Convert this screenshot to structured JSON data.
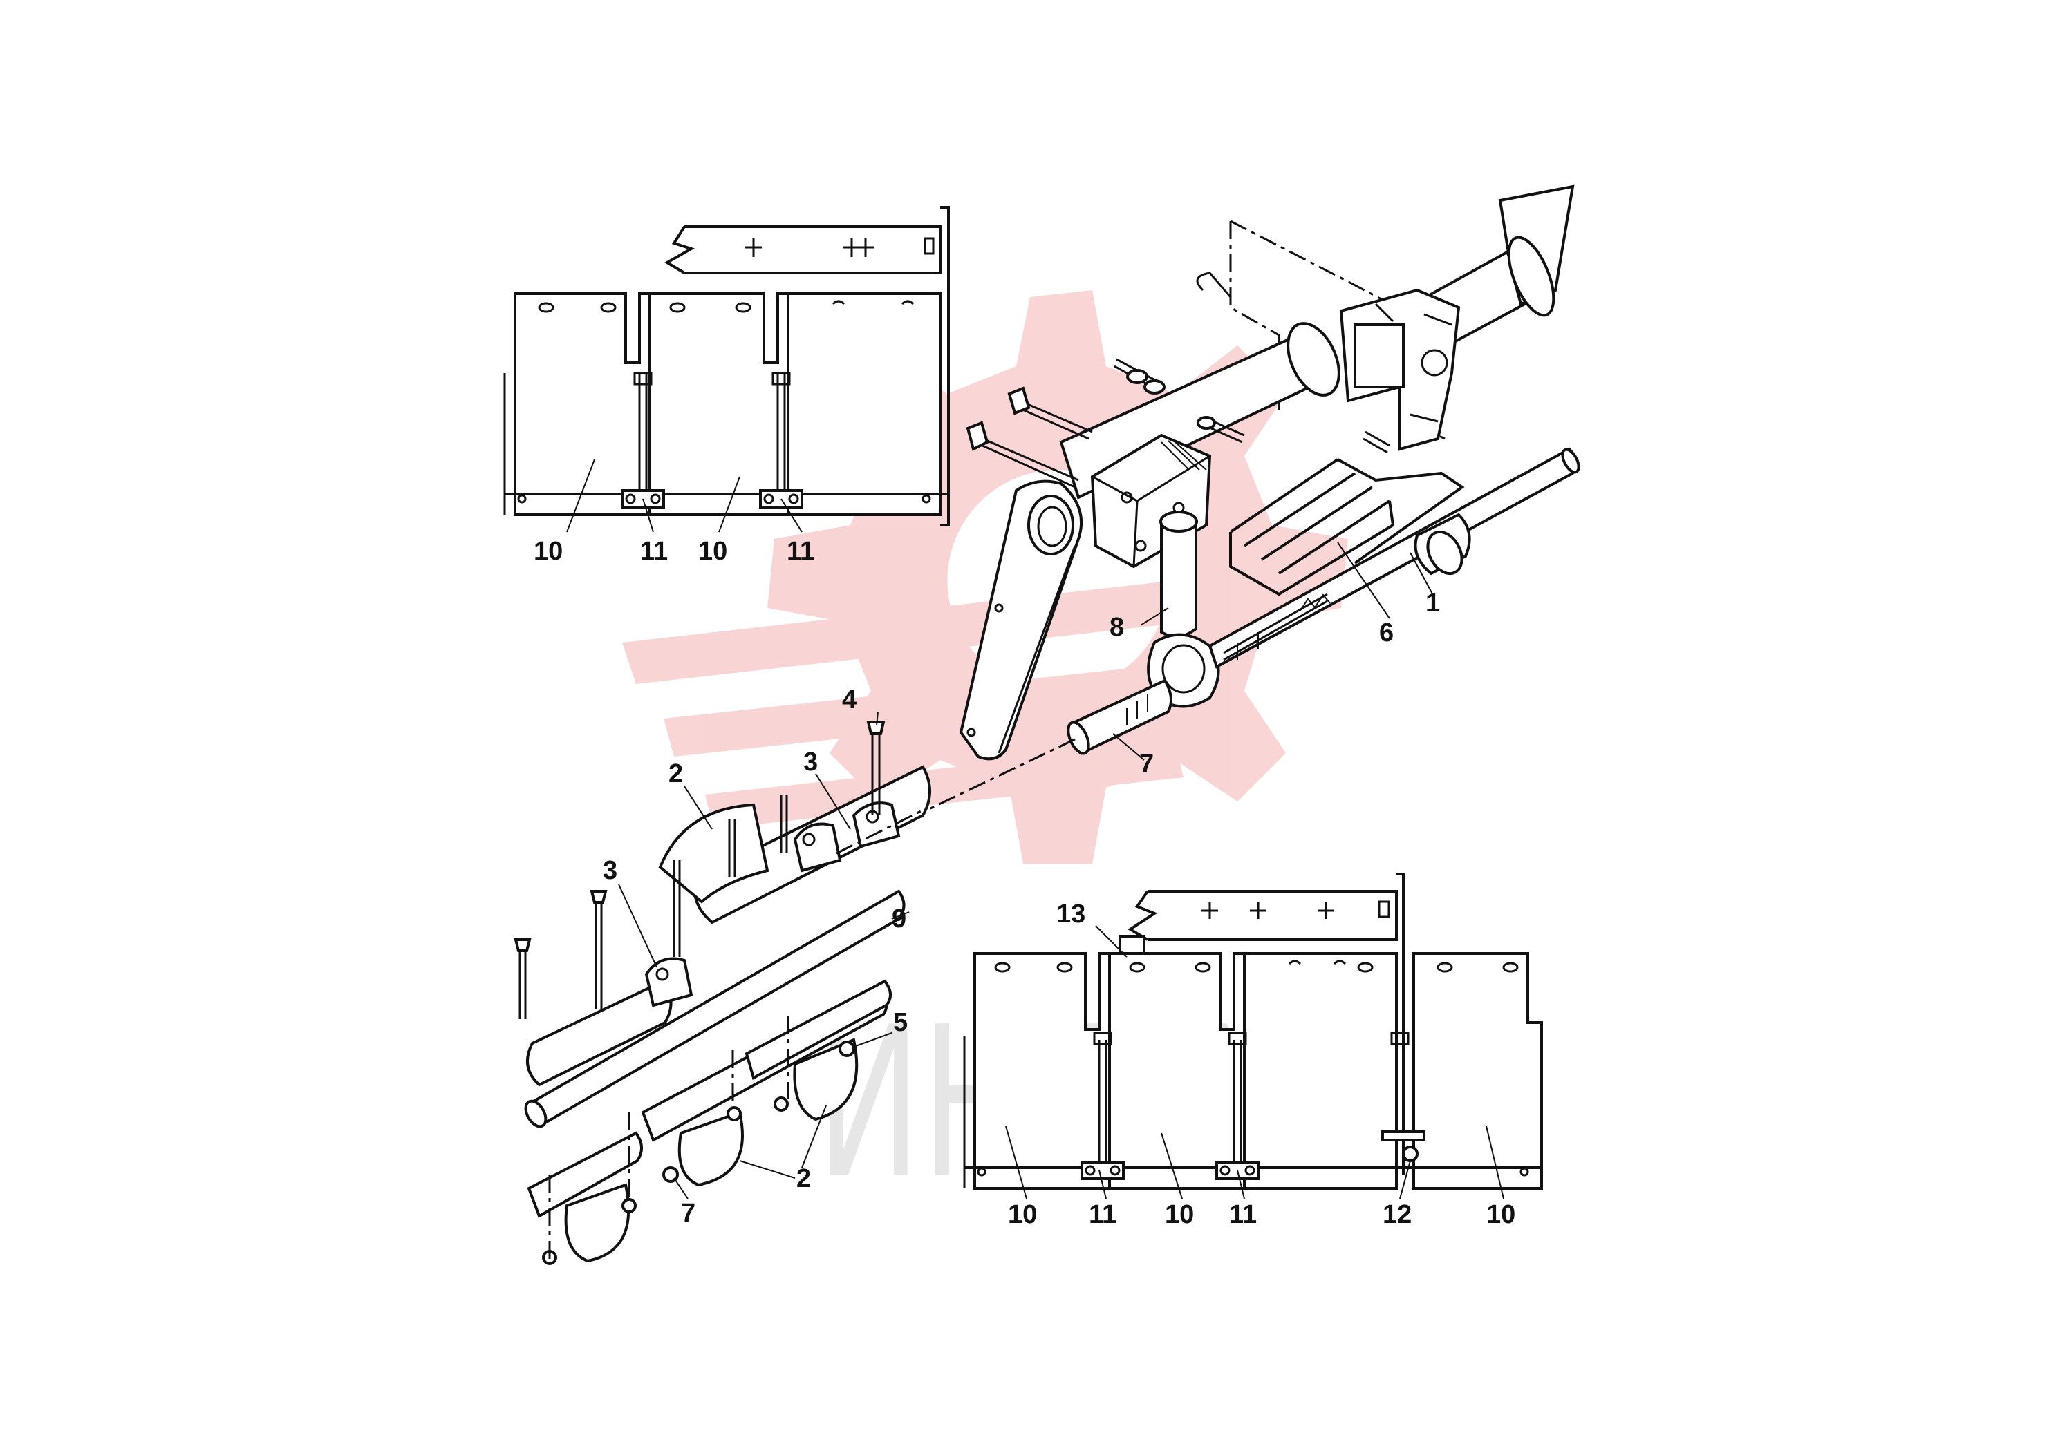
{
  "diagram": {
    "callouts": {
      "c1": "1",
      "c2a": "2",
      "c2b": "2",
      "c3a": "3",
      "c3b": "3",
      "c4": "4",
      "c5": "5",
      "c6": "6",
      "c7a": "7",
      "c7b": "7",
      "c8": "8",
      "c9": "9",
      "tl10a": "10",
      "tl10b": "10",
      "tl11a": "11",
      "tl11b": "11",
      "br13": "13",
      "br10a": "10",
      "br10b": "10",
      "br10c": "10",
      "br11a": "11",
      "br11b": "11",
      "br12": "12"
    },
    "watermark": {
      "text": "ИНТЕХ",
      "color": "#f3a5a5"
    },
    "colors": {
      "line": "#111111",
      "watermark_red": "#f3a5a5",
      "watermark_grey": "#c9c9c9"
    }
  }
}
